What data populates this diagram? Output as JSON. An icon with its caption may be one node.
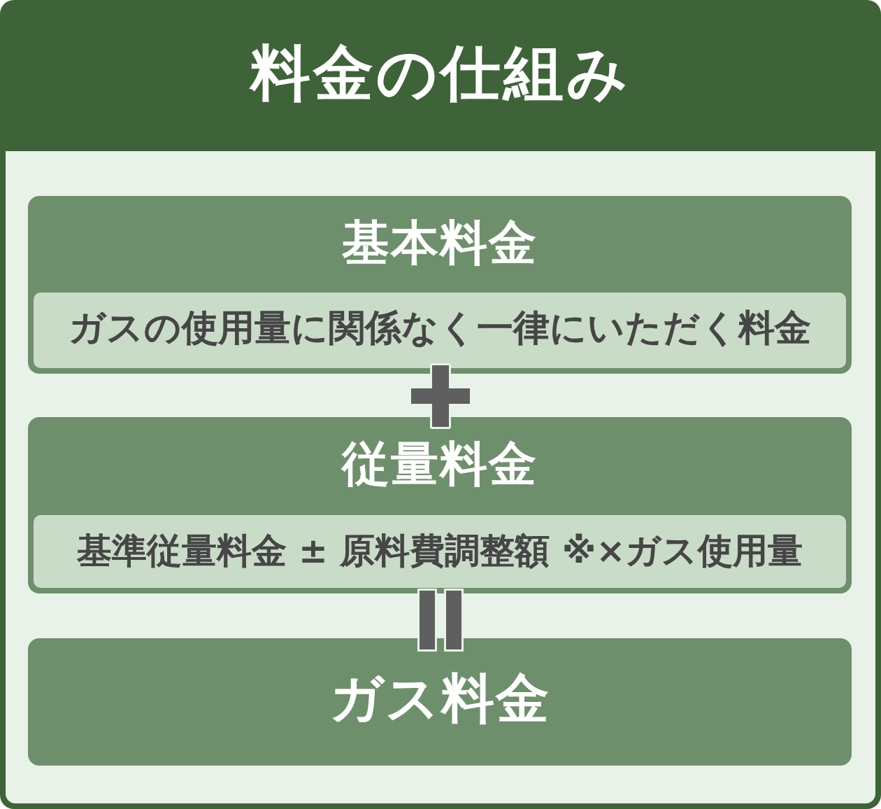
{
  "diagram": {
    "nodes": [
      {
        "text": [
          "料金の仕組み"
        ]
      },
      {
        "text": [
          "基本料金",
          "ガスの使用量に関係なく一律にいただく料金"
        ],
        "in": 0
      },
      {
        "text": [
          "従量料金",
          "基準従量料金 ± 原料費調整額 ※×ガス使用量"
        ],
        "in": 0
      },
      {
        "text": [
          "ガス料金"
        ],
        "in": 0
      }
    ]
  }
}
